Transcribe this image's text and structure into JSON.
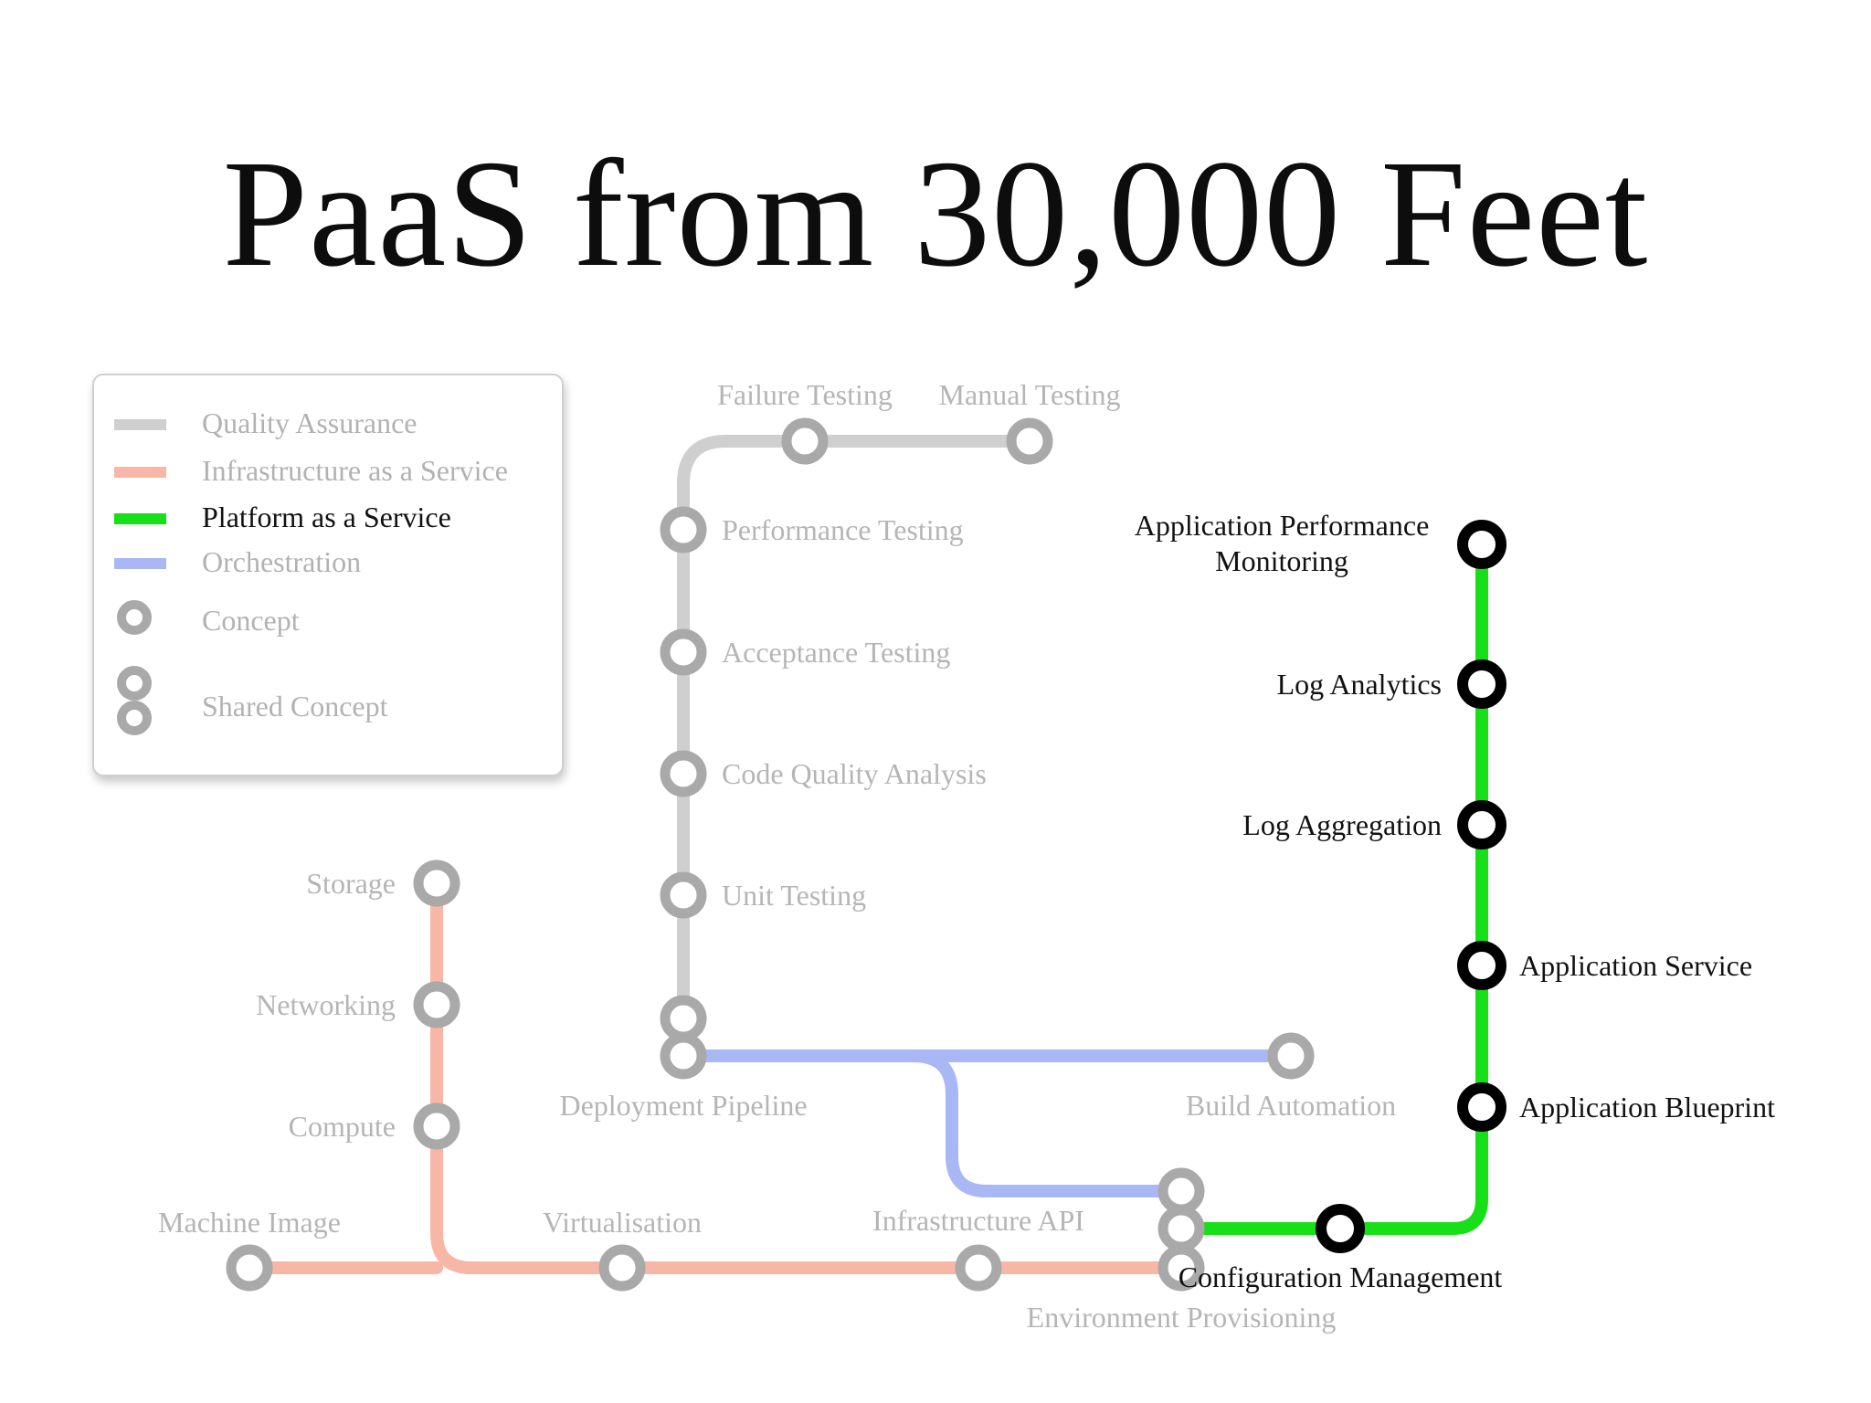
{
  "title": "PaaS from 30,000 Feet",
  "legend": {
    "items": [
      {
        "label": "Quality Assurance",
        "swatch": "line",
        "color": "#cfcfcf"
      },
      {
        "label": "Infrastructure as a Service",
        "swatch": "line",
        "color": "#f8b7a6"
      },
      {
        "label": "Platform as a Service",
        "swatch": "line",
        "color": "#18e018"
      },
      {
        "label": "Orchestration",
        "swatch": "line",
        "color": "#aab7f5"
      },
      {
        "label": "Concept",
        "swatch": "ring-icon"
      },
      {
        "label": "Shared Concept",
        "swatch": "double-ring-icon"
      }
    ]
  },
  "colors": {
    "qa": "#cfcfcf",
    "iaas": "#f8b7a6",
    "paas": "#18e018",
    "orchestration": "#aab7f5",
    "concept_ring": "#a9a9a9",
    "paas_ring": "#000000"
  },
  "stations": {
    "failure_testing": "Failure Testing",
    "manual_testing": "Manual Testing",
    "performance_testing": "Performance Testing",
    "acceptance_testing": "Acceptance Testing",
    "code_quality_analysis": "Code Quality Analysis",
    "unit_testing": "Unit Testing",
    "deployment_pipeline": "Deployment Pipeline",
    "build_automation": "Build Automation",
    "storage": "Storage",
    "networking": "Networking",
    "compute": "Compute",
    "machine_image": "Machine Image",
    "virtualisation": "Virtualisation",
    "infrastructure_api": "Infrastructure API",
    "environment_provisioning": "Environment Provisioning",
    "configuration_management": "Configuration Management",
    "application_performance_monitoring_line1": "Application Performance",
    "application_performance_monitoring_line2": "Monitoring",
    "log_analytics": "Log Analytics",
    "log_aggregation": "Log Aggregation",
    "application_service": "Application Service",
    "application_blueprint": "Application Blueprint"
  }
}
